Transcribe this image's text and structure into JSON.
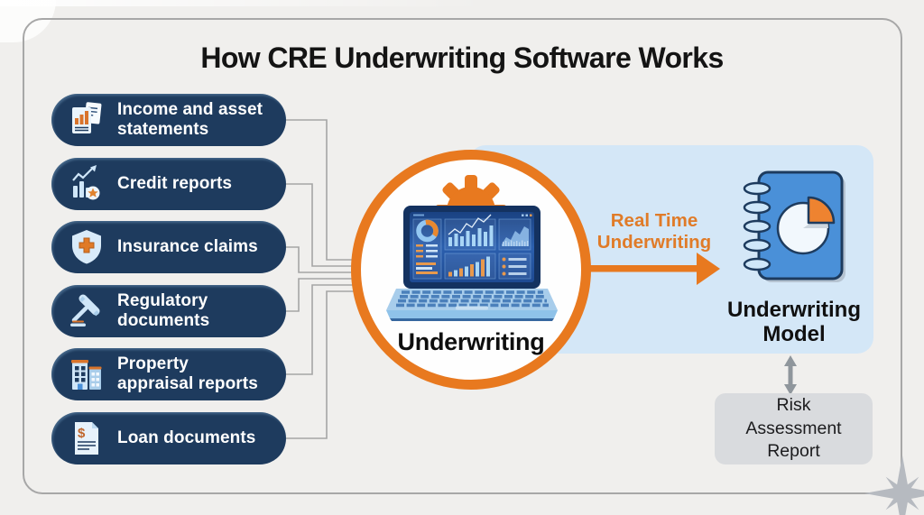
{
  "title": "How CRE Underwriting Software Works",
  "inputs": [
    {
      "label": "Income and asset\nstatements",
      "icon": "income-statements-icon"
    },
    {
      "label": "Credit reports",
      "icon": "credit-reports-icon"
    },
    {
      "label": "Insurance claims",
      "icon": "insurance-claims-icon"
    },
    {
      "label": "Regulatory\ndocuments",
      "icon": "regulatory-documents-icon"
    },
    {
      "label": "Property\nappraisal reports",
      "icon": "property-appraisal-icon"
    },
    {
      "label": "Loan documents",
      "icon": "loan-documents-icon"
    }
  ],
  "process": {
    "label": "Underwriting",
    "icon": "laptop-dashboard-with-gear-icon"
  },
  "flow": {
    "label": "Real Time\nUnderwriting",
    "arrow_icon": "orange-right-arrow-icon"
  },
  "output": {
    "label": "Underwriting\nModel",
    "icon": "notebook-pie-chart-icon"
  },
  "report": {
    "label": "Risk\nAssessment\nReport",
    "link_icon": "double-headed-vertical-arrow-icon"
  },
  "decoration": {
    "star": "starburst-icon"
  },
  "colors": {
    "accent_orange": "#E8791F",
    "flow_text_orange": "#E07B28",
    "pill_navy": "#1E3B5E",
    "panel_light_blue": "#D4E7F7",
    "report_gray": "#D9DBDE",
    "background": "#F0EFED",
    "frame_border": "#A7A7A7",
    "connector_gray": "#A5A5A5",
    "link_arrow_gray": "#8F969C"
  }
}
